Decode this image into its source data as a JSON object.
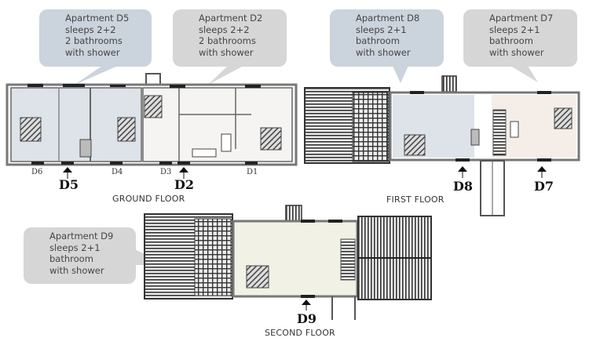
{
  "callouts": [
    {
      "id": "D5",
      "lines": [
        "Apartment D5",
        "sleeps 2+2",
        "2 bathrooms",
        "with shower"
      ]
    },
    {
      "id": "D2",
      "lines": [
        "Apartment D2",
        "sleeps 2+2",
        "2 bathrooms",
        "with shower"
      ]
    },
    {
      "id": "D8",
      "lines": [
        "Apartment D8",
        "sleeps 2+1",
        "bathroom",
        "with shower"
      ]
    },
    {
      "id": "D7",
      "lines": [
        "Apartment D7",
        "sleeps 2+1",
        "bathroom",
        "with shower"
      ]
    },
    {
      "id": "D9",
      "lines": [
        "Apartment D9",
        "sleeps 2+1",
        "bathroom",
        "with shower"
      ]
    }
  ],
  "door_labels": [
    "D6",
    "D4",
    "D3",
    "D1"
  ],
  "entrances": [
    "D5",
    "D2",
    "D8",
    "D7",
    "D9"
  ],
  "floors": {
    "ground": "GROUND FLOOR",
    "first": "FIRST FLOOR",
    "second": "SECOND FLOOR"
  },
  "colors": {
    "bubble_blue": "#cbd3dc",
    "bubble_grey": "#d6d6d6",
    "apt_blue": "#dde3e8",
    "apt_beige": "#f5eee8",
    "apt_cream": "#f1f1e6"
  }
}
